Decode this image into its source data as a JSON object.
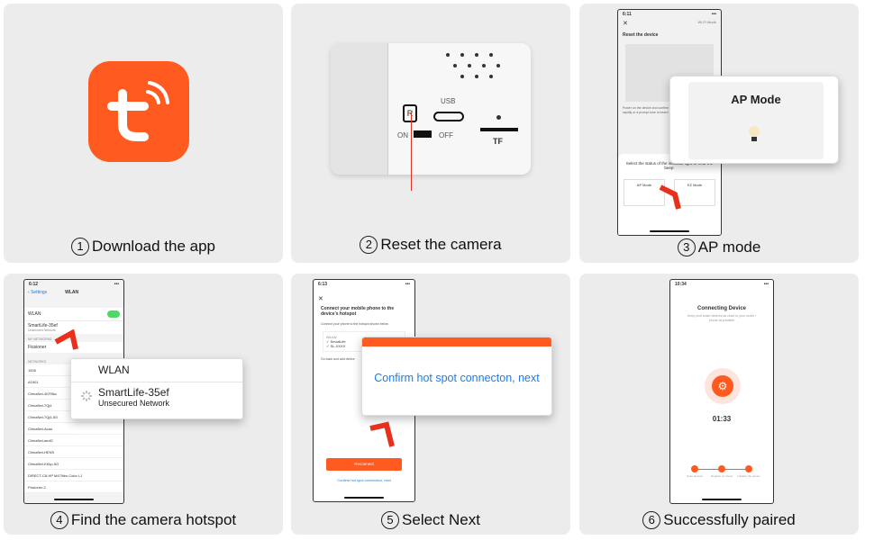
{
  "steps": [
    {
      "num": "1",
      "caption": "Download the app"
    },
    {
      "num": "2",
      "caption": "Reset the camera"
    },
    {
      "num": "3",
      "caption": "AP mode"
    },
    {
      "num": "4",
      "caption": "Find the camera hotspot"
    },
    {
      "num": "5",
      "caption": "Select Next"
    },
    {
      "num": "6",
      "caption": "Successfully paired"
    }
  ],
  "colors": {
    "tuya_orange": "#ff5a1f",
    "accent_blue": "#1a7ee6",
    "red": "#e8301c",
    "ios_green": "#4cd964"
  },
  "camera": {
    "reset_label": "R",
    "usb_label": "USB",
    "on_label": "ON",
    "off_label": "OFF",
    "tf_label": "TF"
  },
  "ap": {
    "time": "6:11",
    "mode_label": "Wi-Fi Mode",
    "title": "Reset the device",
    "body": "Power on the device and confirm that the indicator light is flashing rapidly or a prompt tone is heard",
    "select_text": "Select the status of the indicator light or hear the beep:",
    "option_left": "AP Mode",
    "option_right": "EZ Mode",
    "popup_title": "AP Mode"
  },
  "wlan": {
    "time": "6:12",
    "back": "Settings",
    "title": "WLAN",
    "toggle_label": "WLAN",
    "current_ssid": "SmartLife-35ef",
    "current_sub": "Unsecured Network",
    "my_networks": "MY NETWORKS",
    "my_network_1": "Fissioner",
    "networks_header": "NETWORKS",
    "networks": [
      "1505",
      "A1501",
      "ChinaNet-4KFBkc",
      "ChinaNet-7Qj4",
      "ChinaNet-7Qj4-5G",
      "ChinaNet-Acau",
      "ChinaNet-aedG",
      "ChinaNet-HENS",
      "ChinaNet-KKkp-5G",
      "DIRECT-C8-HP M479dw Color LJ",
      "Fissioner-2"
    ],
    "popup_title": "WLAN",
    "popup_ssid": "SmartLife-35ef",
    "popup_sub": "Unsecured Network"
  },
  "hotspot": {
    "time": "6:13",
    "title": "Connect your mobile phone to the device's hotspot",
    "step1": "Connect your phone to the hotspot shown below",
    "list_header": "WLAN",
    "item1": "SmartLife",
    "item2": "SL-XXXX",
    "step2": "Go back and add device",
    "button": "Reconnect",
    "link": "Confirm hot spot connection, next",
    "popup_text": "Confirm hot spot connecton, next"
  },
  "paired": {
    "time": "10:34",
    "title": "Connecting Device",
    "subtitle": "Keep your smart devices as close to your router / phone as possible",
    "timer": "01:33",
    "steps": [
      "Scan devices",
      "Register on Cloud",
      "Initialize the device"
    ]
  }
}
